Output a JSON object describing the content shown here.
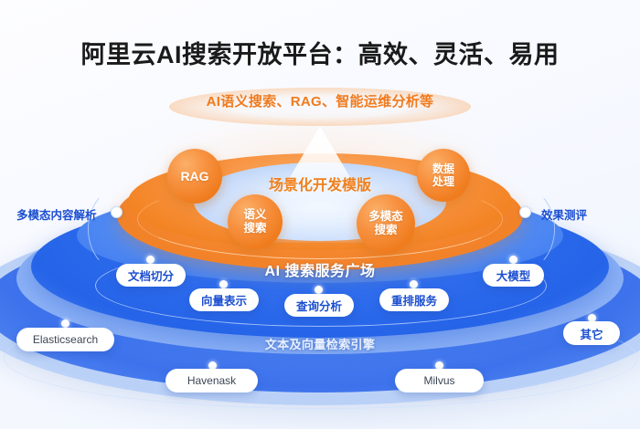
{
  "header": {
    "title": "阿里云AI搜索开放平台：高效、灵活、易用",
    "subtitle": "AI语义搜索、RAG、智能运维分析等"
  },
  "colors": {
    "orange": "#F0801D",
    "blue": "#2563E8",
    "pill_text": "#1B4ED1",
    "background": "#F7F9FF"
  },
  "layers": {
    "top": {
      "caption": "场景化开发模版",
      "nodes": [
        {
          "label_lines": [
            "RAG"
          ],
          "name": "rag"
        },
        {
          "label_lines": [
            "语义",
            "搜索"
          ],
          "name": "semantic-search"
        },
        {
          "label_lines": [
            "多模态",
            "搜索"
          ],
          "name": "multimodal-search"
        },
        {
          "label_lines": [
            "数据",
            "处理"
          ],
          "name": "data-processing"
        }
      ]
    },
    "middle": {
      "caption": "AI 搜索服务广场",
      "pills": [
        {
          "label": "文档切分",
          "name": "document-chunking"
        },
        {
          "label": "向量表示",
          "name": "vector-representation"
        },
        {
          "label": "查询分析",
          "name": "query-analysis"
        },
        {
          "label": "重排服务",
          "name": "rerank-service"
        },
        {
          "label": "大模型",
          "name": "large-model"
        }
      ]
    },
    "base": {
      "caption": "文本及向量检索引擎",
      "pills": [
        {
          "label": "Elasticsearch",
          "name": "elasticsearch"
        },
        {
          "label": "Havenask",
          "name": "havenask"
        },
        {
          "label": "Milvus",
          "name": "milvus"
        },
        {
          "label": "其它",
          "name": "others"
        }
      ]
    }
  },
  "side_labels": [
    {
      "label": "多模态内容解析",
      "name": "multimodal-content-parsing"
    },
    {
      "label": "效果测评",
      "name": "effect-evaluation"
    }
  ]
}
